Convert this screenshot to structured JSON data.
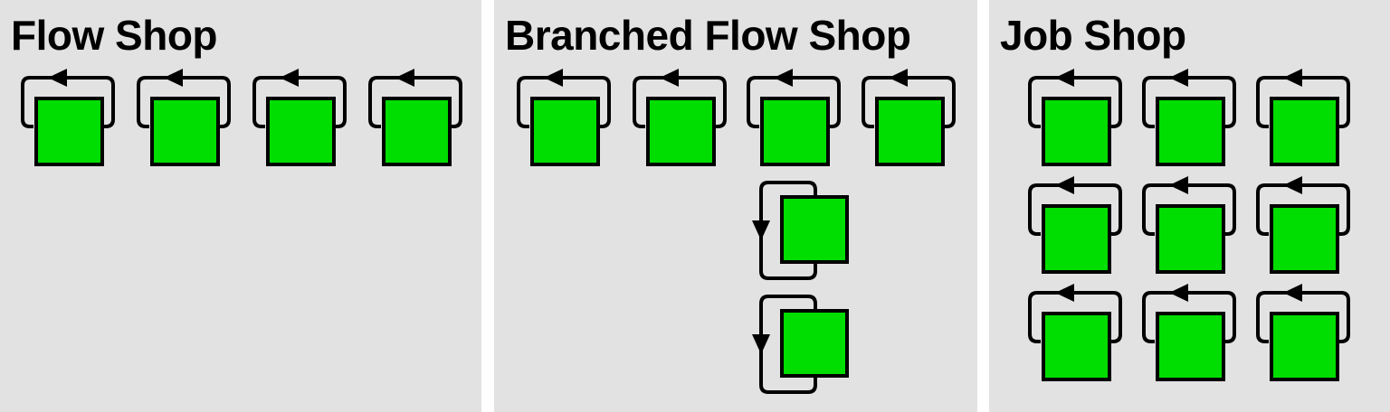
{
  "colors": {
    "panel_background": "#e2e2e2",
    "machine_fill": "#00dd00",
    "outline": "#000000"
  },
  "panels": [
    {
      "id": "flow",
      "title": "Flow Shop"
    },
    {
      "id": "branched",
      "title": "Branched Flow Shop"
    },
    {
      "id": "job",
      "title": "Job Shop"
    }
  ],
  "icons": {
    "machine": "machine-icon",
    "loop_top": "loop-arrow-left-icon",
    "loop_side": "loop-arrow-down-icon"
  }
}
